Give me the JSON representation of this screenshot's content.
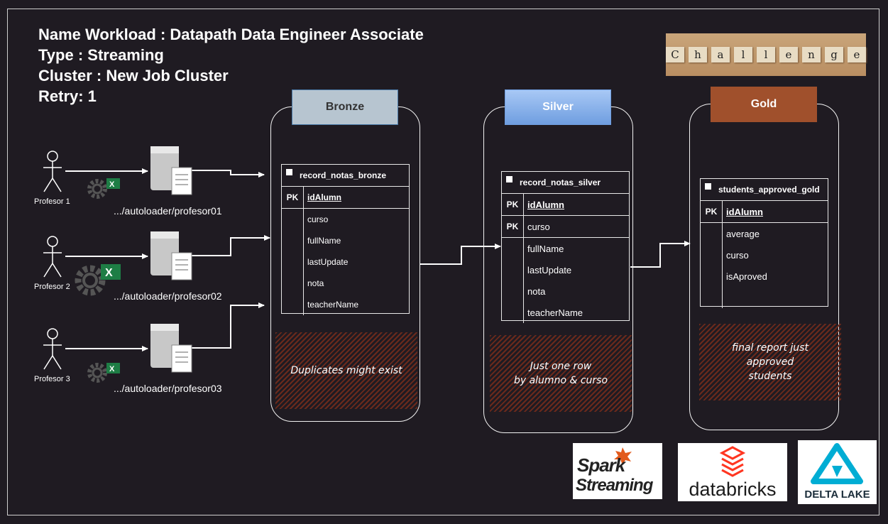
{
  "header": {
    "line1": "Name Workload : Datapath Data Engineer Associate",
    "line2": "Type : Streaming",
    "line3": "Cluster : New Job Cluster",
    "line4": "Retry: 1"
  },
  "challenge_letters": [
    "C",
    "h",
    "a",
    "l",
    "l",
    "e",
    "n",
    "g",
    "e"
  ],
  "sources": [
    {
      "actor": "Profesor 1",
      "path": ".../autoloader/profesor01"
    },
    {
      "actor": "Profesor 2",
      "path": ".../autoloader/profesor02"
    },
    {
      "actor": "Profesor 3",
      "path": ".../autoloader/profesor03"
    }
  ],
  "layers": {
    "bronze": {
      "label": "Bronze",
      "color": "#b7c5d0"
    },
    "silver": {
      "label": "Silver",
      "color": "#8fb4ec"
    },
    "gold": {
      "label": "Gold",
      "color": "#a0502c"
    }
  },
  "tables": {
    "bronze": {
      "name": "record_notas_bronze",
      "pk_label": "PK",
      "pk_field": "idAlumn",
      "fields": [
        "curso",
        "fullName",
        "lastUpdate",
        "nota",
        "teacherName"
      ]
    },
    "silver": {
      "name": "record_notas_silver",
      "pk_label": "PK",
      "pk_field": "idAlumn",
      "pk2_label": "PK",
      "pk2_field": "curso",
      "fields": [
        "fullName",
        "lastUpdate",
        "nota",
        "teacherName"
      ]
    },
    "gold": {
      "name": "students_approved_gold",
      "pk_label": "PK",
      "pk_field": "idAlumn",
      "fields": [
        "average",
        "curso",
        "isAproved"
      ]
    }
  },
  "notes": {
    "bronze": "Duplicates might exist",
    "silver_line1": "Just one row",
    "silver_line2": "by alumno &  curso",
    "gold_line1": "final report just",
    "gold_line2": "approved",
    "gold_line3": "students"
  },
  "logos": {
    "spark_line1": "Spark",
    "spark_line2": "Streaming",
    "databricks": "databricks",
    "delta": "DELTA LAKE"
  },
  "colors": {
    "background": "#1f1b22",
    "note_hatch": "#6b2a1c",
    "excel_green": "#1e7d45",
    "gear_gray": "#555555"
  }
}
